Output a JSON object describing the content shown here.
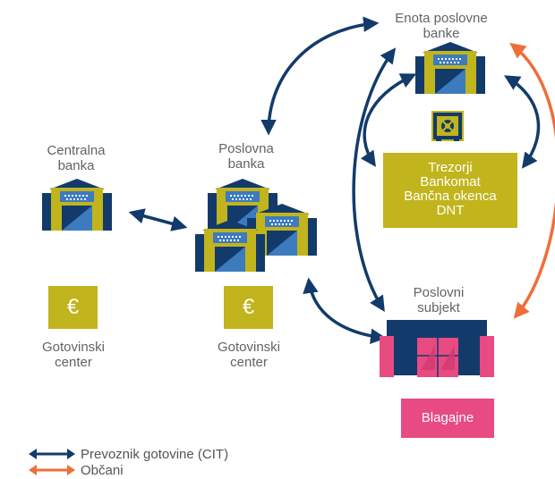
{
  "nodes": {
    "centralna_banka": "Centralna\nbanka",
    "poslovna_banka": "Poslovna\nbanka",
    "enota_poslovne_banke": "Enota poslovne\nbanke",
    "poslovni_subjekt": "Poslovni\nsubjekt",
    "gotovinski_center_left": "Gotovinski\ncenter",
    "gotovinski_center_mid": "Gotovinski\ncenter"
  },
  "green_box": [
    "Trezorji",
    "Bankomat",
    "Bančna okenca",
    "DNT"
  ],
  "euro_symbol": "€",
  "blagajne_label": "Blagajne",
  "legend": [
    {
      "label": "Prevoznik gotovine (CIT)",
      "color": "#123b6b"
    },
    {
      "label": "Občani",
      "color": "#ee6e3a"
    }
  ],
  "colors": {
    "navy": "#123b6b",
    "olive": "#c1b41c",
    "orange": "#ee6e3a",
    "pink": "#e84a82",
    "building_blue": "#3d7bbf"
  }
}
